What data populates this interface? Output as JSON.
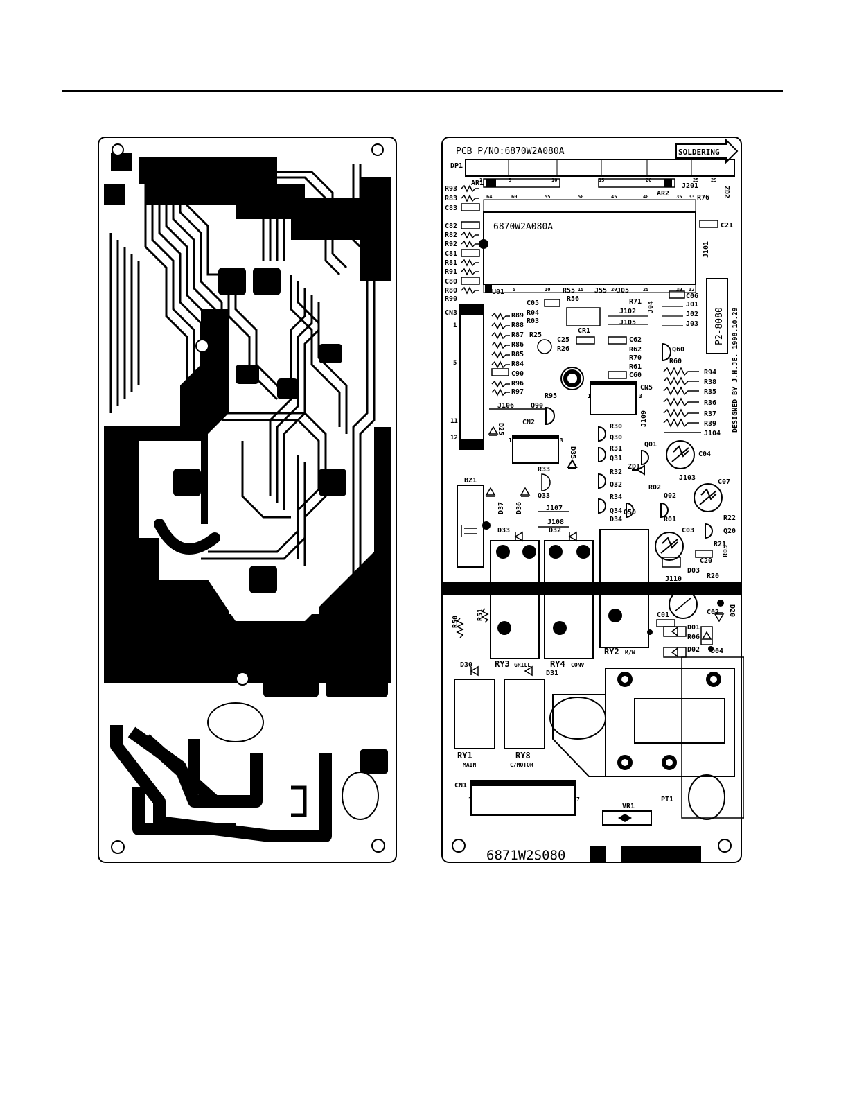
{
  "left_board": {
    "description_label": ""
  },
  "right_board": {
    "pcb_pn": "PCB P/NO:6870W2A080A",
    "soldering": "SOLDERING",
    "chip_label": "6870W2A080A",
    "model_code": "P2-8080",
    "designed_by": "DESIGNED BY J.H.JE. 1998.10.29",
    "bottom_code": "6871W2S080",
    "components": {
      "dp1": "DP1",
      "ar1": "AR1",
      "ar2": "AR2",
      "j201": "J201",
      "zd2": "ZD2",
      "r76": "R76",
      "r93": "R93",
      "r83": "R83",
      "c83": "C83",
      "c82": "C82",
      "r82": "R82",
      "r92": "R92",
      "c81": "C81",
      "r81": "R81",
      "r91": "R91",
      "c80": "C80",
      "r80": "R80",
      "r90": "R90",
      "c21": "C21",
      "j101": "J101",
      "u01": "U01",
      "r55": "R55",
      "j55": "J55",
      "j05": "J05",
      "c06": "C06",
      "j01": "J01",
      "j02": "J02",
      "j03": "J03",
      "j04": "J04",
      "c05": "C05",
      "r56": "R56",
      "r71": "R71",
      "j102": "J102",
      "j105": "J105",
      "r04": "R04",
      "r03": "R03",
      "cr1": "CR1",
      "cn3": "CN3",
      "r89": "R89",
      "r88": "R88",
      "r87": "R87",
      "r86": "R86",
      "r85": "R85",
      "r84": "R84",
      "c90": "C90",
      "r96": "R96",
      "r97": "R97",
      "j106": "J106",
      "r25": "R25",
      "c25": "C25",
      "r26": "R26",
      "c62": "C62",
      "r62": "R62",
      "r70": "R70",
      "r61": "R61",
      "c60": "C60",
      "q60": "Q60",
      "r60": "R60",
      "r94": "R94",
      "r38": "R38",
      "r35": "R35",
      "r36": "R36",
      "r37": "R37",
      "r39": "R39",
      "j104": "J104",
      "cn5": "CN5",
      "j109": "J109",
      "r95": "R95",
      "q90": "Q90",
      "d25": "D25",
      "cn2": "CN2",
      "r30": "R30",
      "q30": "Q30",
      "r31": "R31",
      "q31": "Q31",
      "r32": "R32",
      "q32": "Q32",
      "r34": "R34",
      "q34": "Q34",
      "d34": "D34",
      "q01": "Q01",
      "c04": "C04",
      "zd1": "ZD1",
      "r02": "R02",
      "j103": "J103",
      "c07": "C07",
      "q50": "Q50",
      "q02": "Q02",
      "r01": "R01",
      "r22": "R22",
      "c03": "C03",
      "q20": "Q20",
      "r21": "R21",
      "c20": "C20",
      "r05": "R05",
      "d03": "D03",
      "j110": "J110",
      "r20": "R20",
      "d35": "D35",
      "bz1": "BZ1",
      "r33": "R33",
      "q33": "Q33",
      "d37": "D37",
      "d36": "D36",
      "j107": "J107",
      "j108": "J108",
      "d33": "D33",
      "d32": "D32",
      "r50": "R50",
      "r51": "R51",
      "c01": "C01",
      "c02": "C02",
      "d20": "D20",
      "d01": "D01",
      "r06": "R06",
      "d02": "D02",
      "d04": "D04",
      "ry3": "RY3",
      "grill": "GRILL",
      "ry4": "RY4",
      "conv": "CONV",
      "ry2": "RY2",
      "mw": "M/W",
      "d30": "D30",
      "d31": "D31",
      "ry1": "RY1",
      "main": "MAIN",
      "ry8": "RY8",
      "cmotor": "C/MOTOR",
      "cn1": "CN1",
      "pt1": "PT1",
      "vr1": "VR1"
    },
    "pin_numbers": {
      "top": [
        "1",
        "5",
        "10",
        "15",
        "20",
        "25",
        "29"
      ],
      "chip_top": [
        "64",
        "60",
        "55",
        "50",
        "45",
        "40",
        "35",
        "33"
      ],
      "chip_bottom": [
        "1",
        "5",
        "10",
        "15",
        "20",
        "25",
        "30",
        "32"
      ],
      "cn3": [
        "1",
        "5",
        "11",
        "12"
      ],
      "misc": [
        "1",
        "3",
        "1",
        "3",
        "1",
        "7"
      ]
    }
  }
}
